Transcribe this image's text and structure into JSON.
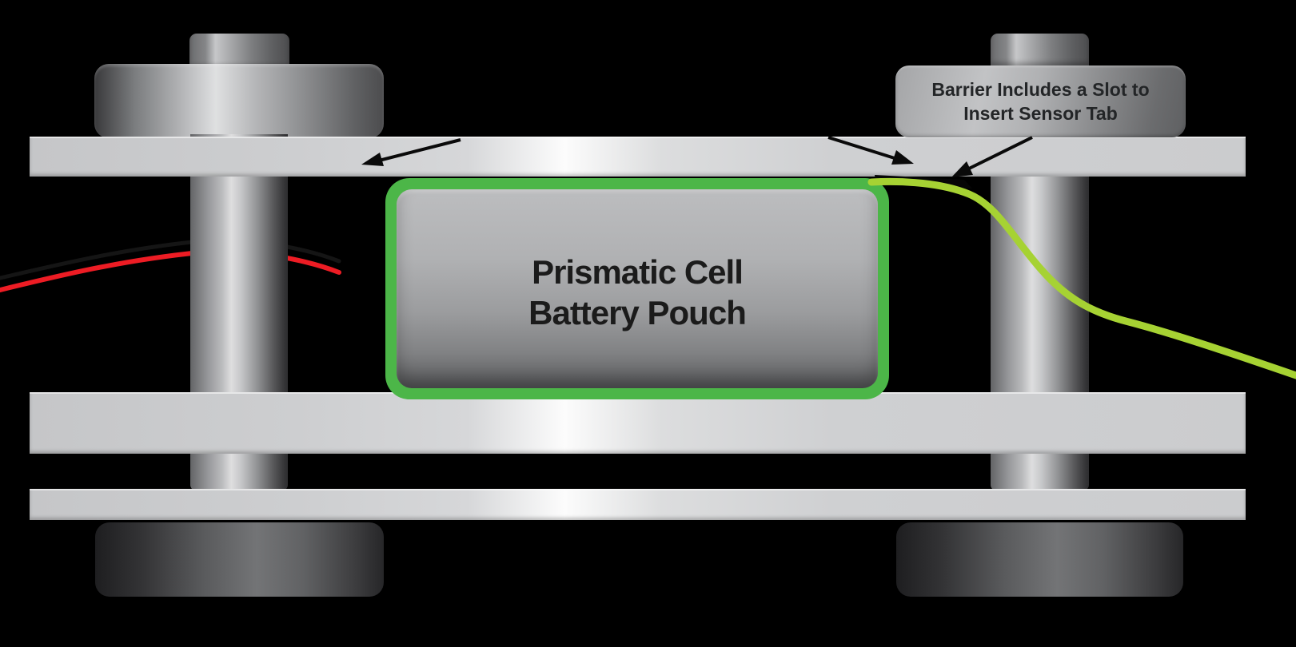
{
  "canvas": {
    "background": "#000000"
  },
  "pouch": {
    "line1": "Prismatic Cell",
    "line2": "Battery Pouch",
    "border_color": "#4cb648",
    "text_color": "#1b1b1b"
  },
  "annotation": {
    "line1": "Barrier Includes a Slot to",
    "line2": "Insert Sensor Tab",
    "text_color": "#232527"
  },
  "colors": {
    "arrow": "#0a0a0a",
    "slot": "#060606",
    "sensor_tab_wire": "#a6d233",
    "positive_wire": "#ed1c24",
    "negative_wire": "#151515",
    "plate": "#d2d3d5",
    "pouch_border": "#4cb648"
  }
}
